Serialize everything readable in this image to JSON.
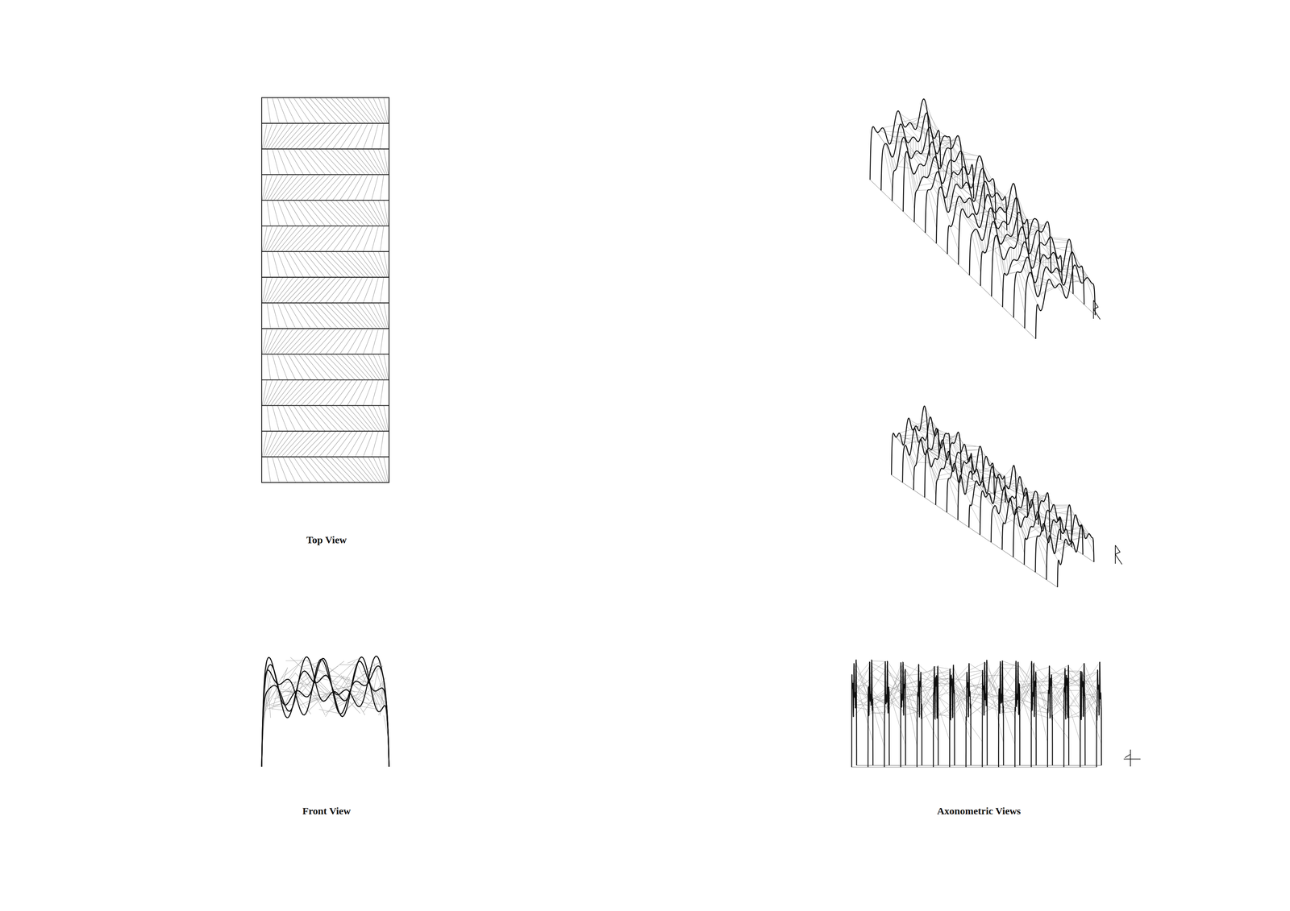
{
  "diagram": {
    "labels": [
      "Top View",
      "Front View",
      "Axonometric Views"
    ]
  }
}
